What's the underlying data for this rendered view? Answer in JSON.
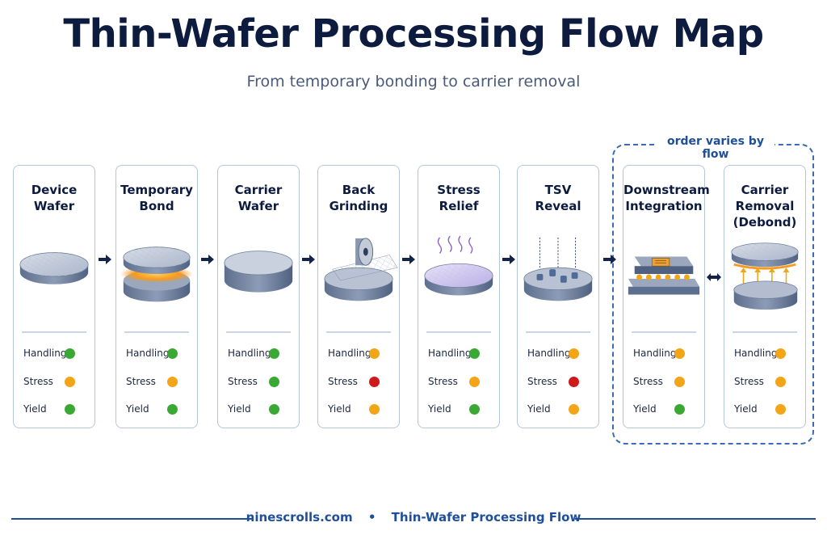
{
  "title": "Thin-Wafer Processing Flow Map",
  "subtitle": "From temporary bonding to carrier removal",
  "group_label": "order varies by flow",
  "colors": {
    "green": "#3aa934",
    "orange": "#f2a516",
    "red": "#cf1a1a",
    "accent": "#1f4e9a"
  },
  "steps": [
    {
      "title": "Device\nWafer",
      "illustration": "device-wafer-icon",
      "metrics": [
        {
          "label": "Handling",
          "status": "green"
        },
        {
          "label": "Stress",
          "status": "orange"
        },
        {
          "label": "Yield",
          "status": "green"
        }
      ]
    },
    {
      "title": "Temporary\nBond",
      "illustration": "temporary-bond-icon",
      "metrics": [
        {
          "label": "Handling",
          "status": "green"
        },
        {
          "label": "Stress",
          "status": "orange"
        },
        {
          "label": "Yield",
          "status": "green"
        }
      ]
    },
    {
      "title": "Carrier\nWafer",
      "illustration": "carrier-wafer-icon",
      "metrics": [
        {
          "label": "Handling",
          "status": "green"
        },
        {
          "label": "Stress",
          "status": "green"
        },
        {
          "label": "Yield",
          "status": "green"
        }
      ]
    },
    {
      "title": "Back\nGrinding",
      "illustration": "back-grinding-icon",
      "metrics": [
        {
          "label": "Handling",
          "status": "orange"
        },
        {
          "label": "Stress",
          "status": "red"
        },
        {
          "label": "Yield",
          "status": "orange"
        }
      ]
    },
    {
      "title": "Stress\nRelief",
      "illustration": "stress-relief-icon",
      "metrics": [
        {
          "label": "Handling",
          "status": "green"
        },
        {
          "label": "Stress",
          "status": "orange"
        },
        {
          "label": "Yield",
          "status": "green"
        }
      ]
    },
    {
      "title": "TSV\nReveal",
      "illustration": "tsv-reveal-icon",
      "metrics": [
        {
          "label": "Handling",
          "status": "orange"
        },
        {
          "label": "Stress",
          "status": "red"
        },
        {
          "label": "Yield",
          "status": "orange"
        }
      ]
    },
    {
      "title": "Downstream\nIntegration",
      "illustration": "downstream-integration-icon",
      "metrics": [
        {
          "label": "Handling",
          "status": "orange"
        },
        {
          "label": "Stress",
          "status": "orange"
        },
        {
          "label": "Yield",
          "status": "green"
        }
      ]
    },
    {
      "title": "Carrier\nRemoval\n(Debond)",
      "illustration": "carrier-removal-icon",
      "metrics": [
        {
          "label": "Handling",
          "status": "orange"
        },
        {
          "label": "Stress",
          "status": "orange"
        },
        {
          "label": "Yield",
          "status": "orange"
        }
      ]
    }
  ],
  "footer": {
    "site": "ninescrolls.com",
    "separator": "•",
    "caption": "Thin-Wafer Processing Flow"
  }
}
